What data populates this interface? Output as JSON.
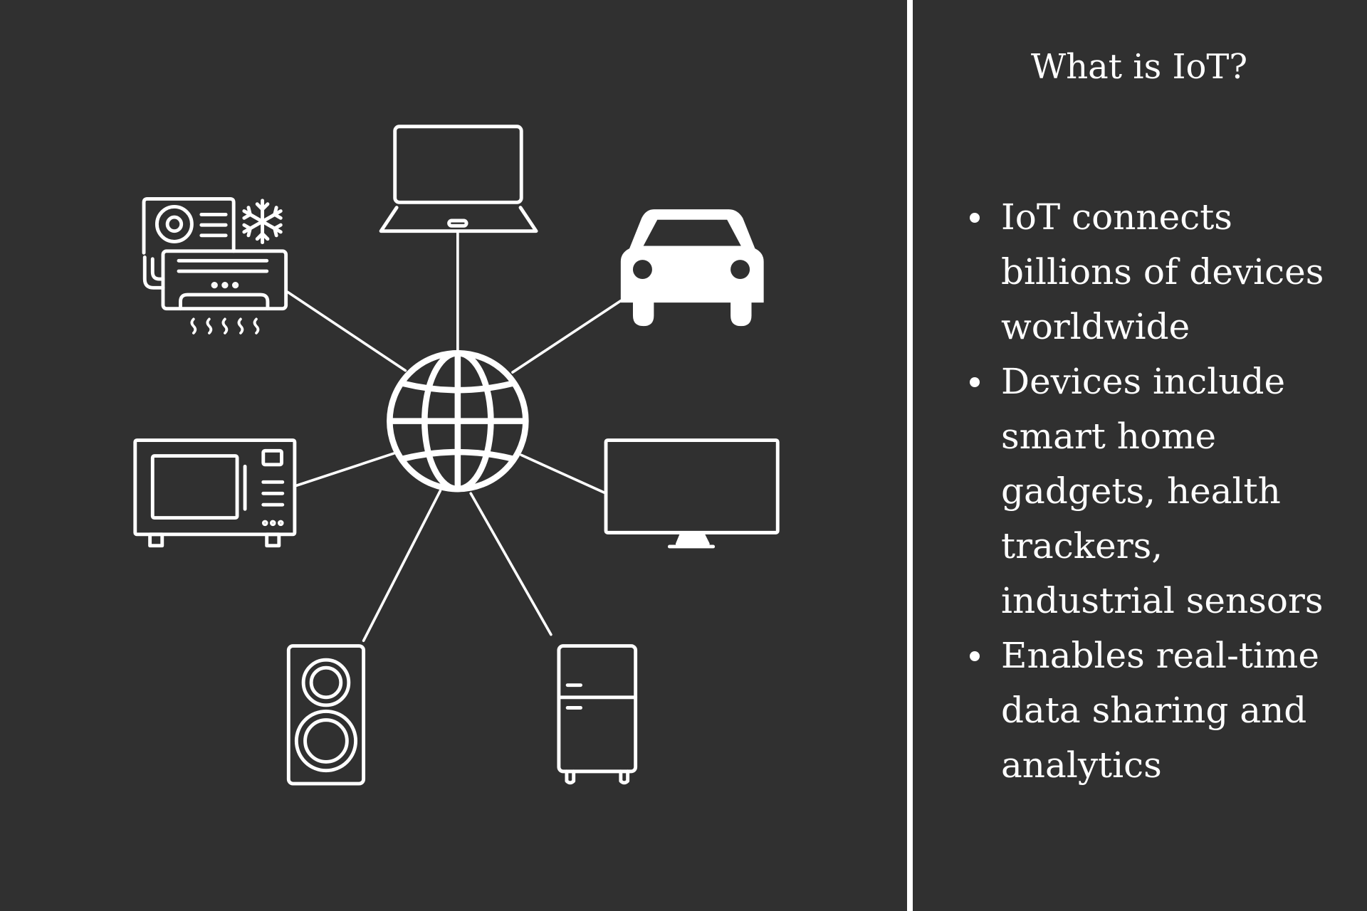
{
  "colors": {
    "background": "#303030",
    "foreground": "#ffffff"
  },
  "diagram": {
    "hub": "globe-icon",
    "devices": [
      "laptop-icon",
      "car-icon",
      "tv-icon",
      "fridge-icon",
      "speaker-icon",
      "microwave-icon",
      "air-conditioner-icon"
    ]
  },
  "panel": {
    "title": "What is IoT?",
    "bullets": [
      {
        "lines": [
          "IoT connects",
          "billions of devices",
          "worldwide"
        ]
      },
      {
        "lines": [
          "Devices include",
          "smart home",
          "gadgets, health",
          "trackers,",
          "industrial sensors"
        ]
      },
      {
        "lines": [
          "Enables real-time",
          "data sharing and",
          "analytics"
        ]
      }
    ]
  }
}
